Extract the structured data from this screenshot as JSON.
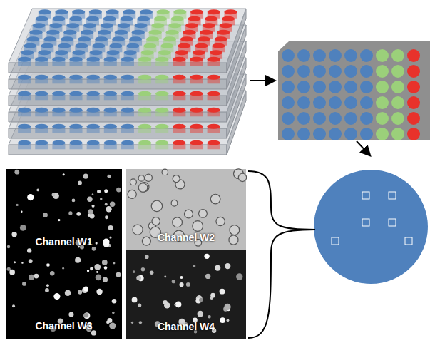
{
  "diagram": {
    "nodes": [
      {
        "text": [
          "Channel W1"
        ]
      },
      {
        "text": [
          "Channel W2"
        ]
      },
      {
        "text": [
          "Channel W3"
        ]
      },
      {
        "text": [
          "Channel W4"
        ]
      }
    ]
  }
}
